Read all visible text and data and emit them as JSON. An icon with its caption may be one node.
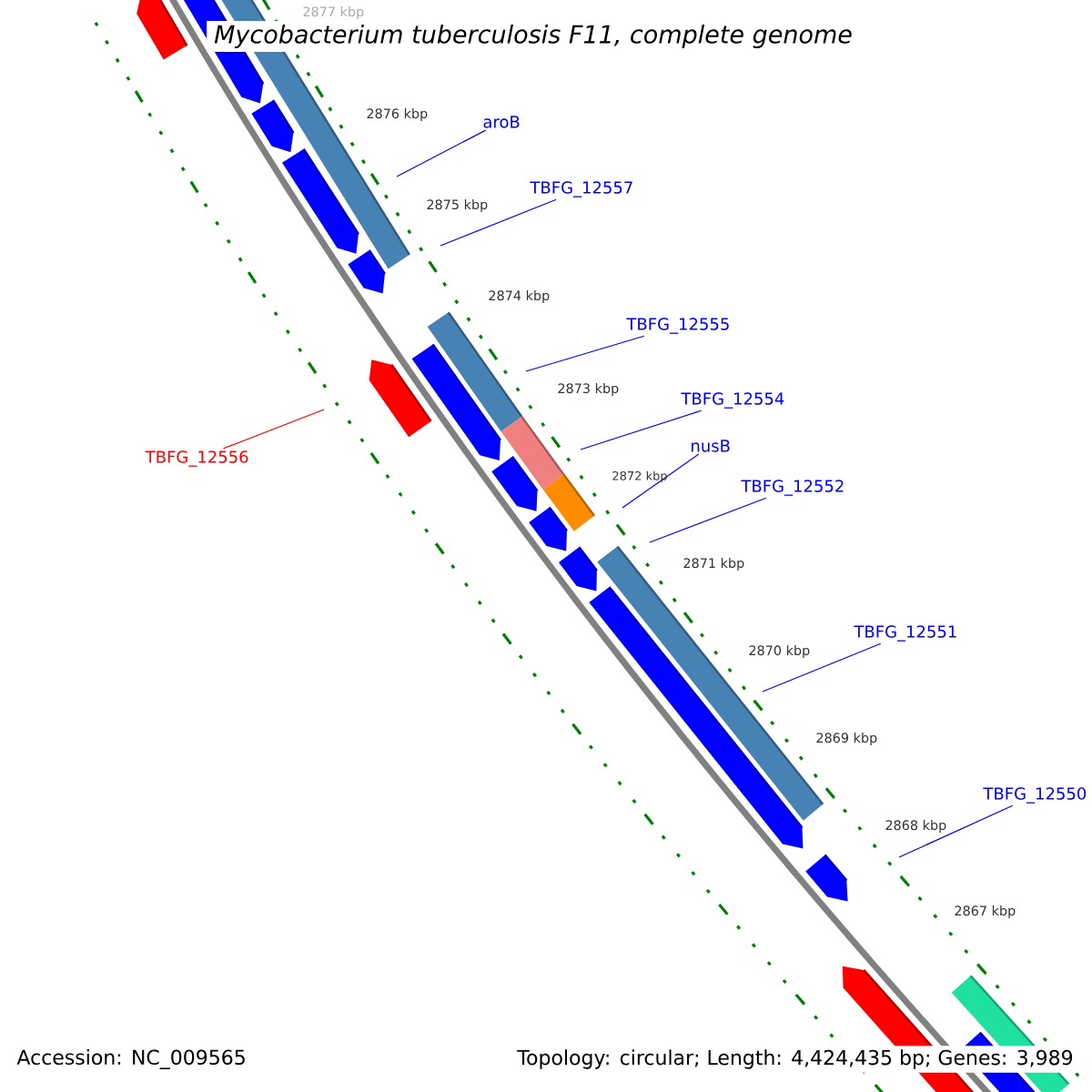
{
  "diagram": {
    "title": "Mycobacterium tuberculosis F11, complete genome",
    "nodes": [
      {
        "text": [
          "aroB"
        ]
      },
      {
        "text": [
          "TBFG_12557"
        ]
      },
      {
        "text": [
          "TBFG_12555"
        ]
      },
      {
        "text": [
          "TBFG_12554"
        ]
      },
      {
        "text": [
          "nusB"
        ]
      },
      {
        "text": [
          "TBFG_12556"
        ]
      },
      {
        "text": [
          "TBFG_12552"
        ]
      },
      {
        "text": [
          "TBFG_12551"
        ]
      },
      {
        "text": [
          "TBFG_12550"
        ]
      }
    ],
    "edges": [
      {
        "from": 0,
        "to": null,
        "arrow": "none"
      },
      {
        "from": 1,
        "to": null,
        "arrow": "none"
      },
      {
        "from": 2,
        "to": null,
        "arrow": "none"
      },
      {
        "from": 3,
        "to": null,
        "arrow": "none"
      },
      {
        "from": 4,
        "to": null,
        "arrow": "none"
      },
      {
        "from": 5,
        "to": null,
        "arrow": "none",
        "color": "#ff0000"
      },
      {
        "from": 6,
        "to": null,
        "arrow": "none"
      },
      {
        "from": 7,
        "to": null,
        "arrow": "none"
      },
      {
        "from": 8,
        "to": null,
        "arrow": "none"
      }
    ],
    "labels": [
      "2877 kbp",
      "2876 kbp",
      "2875 kbp",
      "2874 kbp",
      "2873 kbp",
      "2872 kbp",
      "2871 kbp",
      "2870 kbp",
      "2869 kbp",
      "2868 kbp",
      "2867 kbp",
      "Accession: NC_009565",
      "Topology: circular; Length: 4,424,435 bp; Genes: 3,989"
    ]
  }
}
